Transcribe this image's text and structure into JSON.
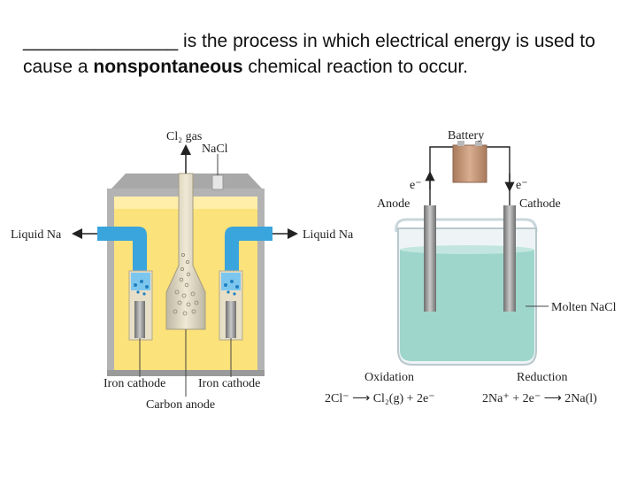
{
  "slide": {
    "blank": "_______________",
    "text_part1": " is the process in which electrical energy is used to cause a ",
    "bold_word": "nonspontaneous",
    "text_part2": " chemical reaction to occur."
  },
  "downs_cell": {
    "cl2_gas": "Cl₂ gas",
    "nacl": "NaCl",
    "liquid_na_left": "Liquid Na",
    "liquid_na_right": "Liquid Na",
    "iron_cathode_left": "Iron cathode",
    "iron_cathode_right": "Iron cathode",
    "carbon_anode": "Carbon anode"
  },
  "electrolytic_cell": {
    "battery": "Battery",
    "electron_left": "e⁻",
    "electron_right": "e⁻",
    "anode": "Anode",
    "cathode": "Cathode",
    "molten_nacl": "Molten NaCl",
    "oxidation": "Oxidation",
    "reduction": "Reduction",
    "oxidation_eq": "2Cl⁻ ⟶ Cl₂(g) + 2e⁻",
    "reduction_eq": "2Na⁺ + 2e⁻ ⟶ 2Na(l)"
  },
  "colors": {
    "melt_yellow": "#fbe27a",
    "pipe_blue": "#3aa4dc",
    "molten_teal": "#9fd6cc",
    "cell_gray": "#b3b3b3",
    "battery_brown": "#c8977a"
  }
}
